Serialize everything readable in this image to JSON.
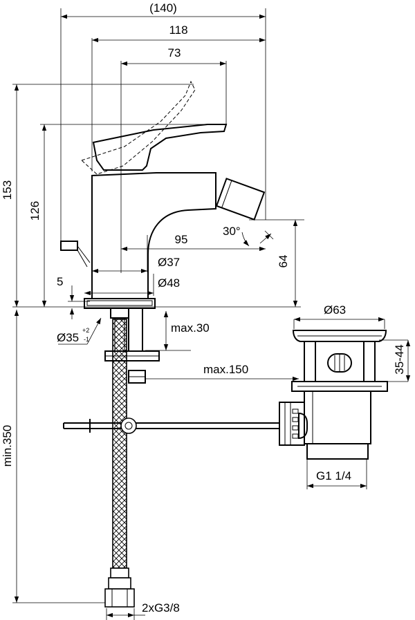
{
  "dimensions": {
    "width_total": "(140)",
    "width_118": "118",
    "width_73": "73",
    "height_153": "153",
    "height_126": "126",
    "reach_95": "95",
    "angle_30": "30°",
    "height_64": "64",
    "dia_37": "Ø37",
    "dia_48": "Ø48",
    "offset_5": "5",
    "hole_dia": "Ø35",
    "tol_plus": "+2",
    "tol_minus": "-1",
    "max_30": "max.30",
    "max_150": "max.150",
    "min_350": "min.350",
    "drain_dia": "Ø63",
    "drain_range": "35-44",
    "thread_drain": "G1 1/4",
    "thread_hose": "2xG3/8"
  }
}
